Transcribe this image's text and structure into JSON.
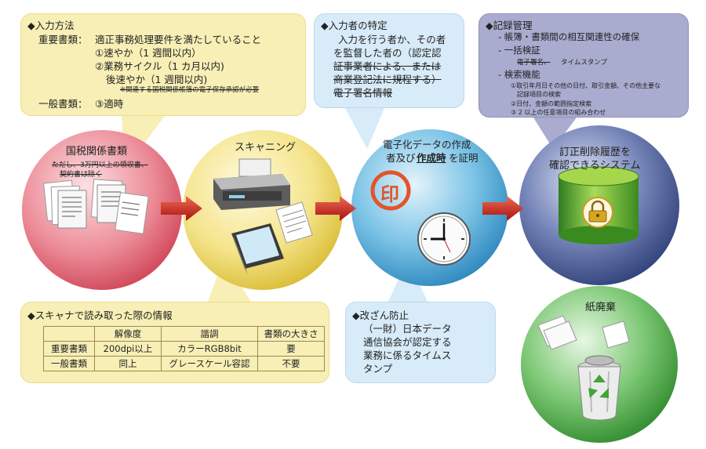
{
  "input_method": {
    "heading": "◆入力方法",
    "important_label": "重要書類：",
    "important_line1": "適正事務処理要件を満たしていること",
    "important_line2": "①速やか（1 週間以内）",
    "important_line3": "②業務サイクル（1 カ月以内)",
    "important_line4": "後速やか（1 週間以内)",
    "important_note": "※関連する国税関係帳簿の電子保存承認が必要",
    "general_label": "一般書類：",
    "general_value": "③適時"
  },
  "inputter": {
    "heading": "◆入力者の特定",
    "line1": "入力を行う者か、その者",
    "line2": "を監督した者の（認定認",
    "line3": "証事業者による、または",
    "line4": "商業登記法に規程する）",
    "line5": "電子署名情報"
  },
  "records": {
    "heading": "◆記録管理",
    "item1": "- 帳簿・書類間の相互関連性の確保",
    "item2": "- 一括検証",
    "item2_sub_strike": "電子署名、",
    "item2_sub": "タイムスタンプ",
    "item3": "- 検索機能",
    "item3_sub1": "①取引年月日その他の日付、取引金額、その他主要な",
    "item3_sub1b": "記録項目の検索",
    "item3_sub2": "②日付、金額の範囲指定検索",
    "item3_sub3": "③ 2 以上の任意項目の組み合わせ"
  },
  "circles": {
    "tax_docs_title": "国税関係書類",
    "tax_docs_note1": "ただし、3万円以上の領収書、",
    "tax_docs_note2": "契約書は除く",
    "scanning_title": "スキャニング",
    "certify_line1": "電子化データの作成",
    "certify_line2_a": "者及び",
    "certify_line2_b": "作成時",
    "certify_line2_c": "を証明",
    "seal_glyph": "印",
    "system_line1": "訂正削除履歴を",
    "system_line2": "確認できるシステム",
    "discard_title": "紙廃棄"
  },
  "scanner_info": {
    "heading": "◆スキャナで読み取った際の情報",
    "headers": [
      "",
      "解像度",
      "諧調",
      "書類の大きさ"
    ],
    "rows": [
      [
        "重要書類",
        "200dpi以上",
        "カラーRGB8bit",
        "要"
      ],
      [
        "一般書類",
        "同上",
        "グレースケール容認",
        "不要"
      ]
    ]
  },
  "tamper": {
    "heading": "◆改ざん防止",
    "line1": "（一財）日本データ",
    "line2": "通信協会が認定する",
    "line3": "業務に係るタイムス",
    "line4": "タンプ"
  },
  "icons": [
    "document-stack-icon",
    "printer-icon",
    "flatbed-scanner-icon",
    "paper-sheet-icon",
    "seal-stamp-icon",
    "clock-icon",
    "database-icon",
    "padlock-icon",
    "trash-can-icon",
    "recycle-icon",
    "arrow-right-icon"
  ],
  "colors": {
    "yellow_panel": "#f8f0b8",
    "blue_panel": "#dcecf8",
    "purple_panel": "#a6a8cc",
    "red_circle": "#e46a78",
    "yellow_circle": "#efd968",
    "blue_circle": "#49a6d5",
    "navy_circle": "#4a5b92",
    "green_circle": "#52ad4e",
    "arrow_red": "#c4191d"
  }
}
